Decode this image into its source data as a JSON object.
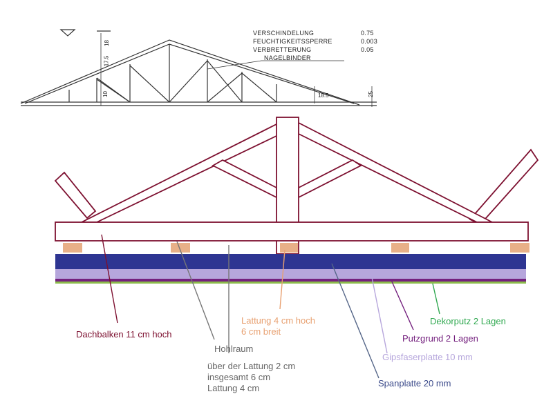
{
  "colors": {
    "beam": "#7d1030",
    "batten": "#e8b088",
    "chipboard": "#2e3592",
    "gypsum": "#b6a6dc",
    "primer": "#74207e",
    "decor": "#2fa84f",
    "cavity": "#777777",
    "blueline": "#556688"
  },
  "sketch": {
    "specs": [
      {
        "name": "VERSCHINDELUNG",
        "value": "0.75"
      },
      {
        "name": "FEUCHTIGKEITSSPERRE",
        "value": "0.003"
      },
      {
        "name": "VERBRETTERUNG",
        "value": "0.05"
      },
      {
        "name": "NAGELBINDER",
        "value": ""
      }
    ],
    "dims": [
      "18",
      "17.5",
      "10",
      "18.5",
      "25"
    ]
  },
  "labels": {
    "dachbalken": "Dachbalken 11 cm hoch",
    "lattung_line1": "Lattung 4 cm hoch",
    "lattung_line2": "6 cm breit",
    "dekorputz": "Dekorputz 2 Lagen",
    "putzgrund": "Putzgrund 2 Lagen",
    "gipsfaser": "Gipsfaserplatte 10 mm",
    "spanplatte": "Spanplatte 20 mm",
    "hohlraum": "Hohlraum",
    "hohlraum_line1": "über der Lattung 2 cm",
    "hohlraum_line2": "insgesamt 6 cm",
    "hohlraum_line3": "Lattung 4 cm"
  }
}
